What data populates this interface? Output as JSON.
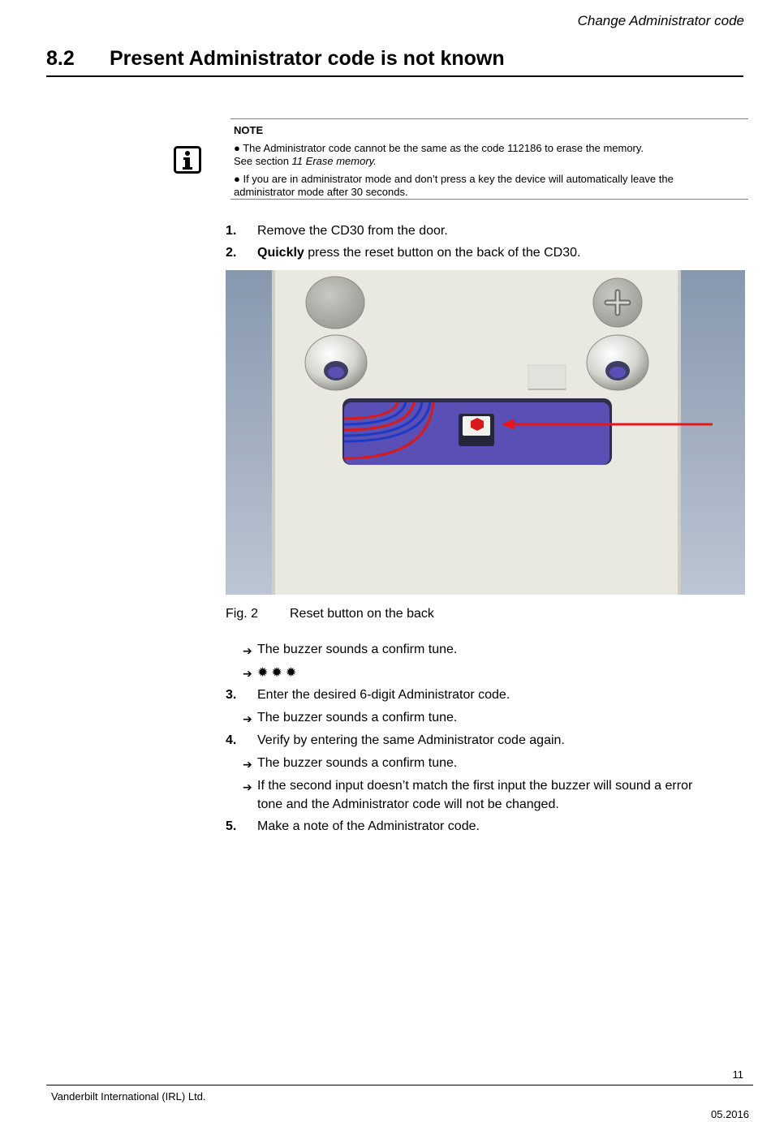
{
  "header": {
    "running_title": "Change Administrator code"
  },
  "section": {
    "number": "8.2",
    "title": "Present Administrator code is not known"
  },
  "note": {
    "label": "NOTE",
    "item1_a": "● The Administrator code cannot be the same as the code 112186 to erase the memory.",
    "item1_b_prefix": "See section ",
    "item1_b_ref": "11 Erase memory.",
    "item2_a": "● If you are in administrator mode and don’t press a key the device will automatically leave the",
    "item2_b": "administrator mode after 30 seconds."
  },
  "steps": [
    {
      "num": "1.",
      "text": "Remove the CD30 from the door."
    },
    {
      "num": "2.",
      "bold": "Quickly",
      "text": " press the reset button on the back of the CD30."
    },
    {
      "num": "3.",
      "text": "Enter the desired 6-digit Administrator code."
    },
    {
      "num": "4.",
      "text": "Verify by entering the same Administrator code again."
    },
    {
      "num": "5.",
      "text": "Make a note of the Administrator code."
    }
  ],
  "results": {
    "r1": "The buzzer sounds a confirm tune.",
    "r2_stars": "✹✹✹",
    "r3": "The buzzer sounds a confirm tune.",
    "r4": "The buzzer sounds a confirm tune.",
    "r5_a": "If the second input doesn’t match the first input the buzzer will sound a error",
    "r5_b": "tone and the Administrator code will not be changed."
  },
  "arrow_glyph": "➔",
  "figure": {
    "label": "Fig. 2",
    "caption": "Reset button on the back"
  },
  "footer": {
    "page": "11",
    "company": "Vanderbilt International (IRL) Ltd.",
    "date": "05.2016"
  },
  "colors": {
    "panel_blue": "#5a4fb4",
    "arrow_red": "#e8161b",
    "wire_red": "#d81a1a",
    "wire_blue": "#1d39c8"
  }
}
